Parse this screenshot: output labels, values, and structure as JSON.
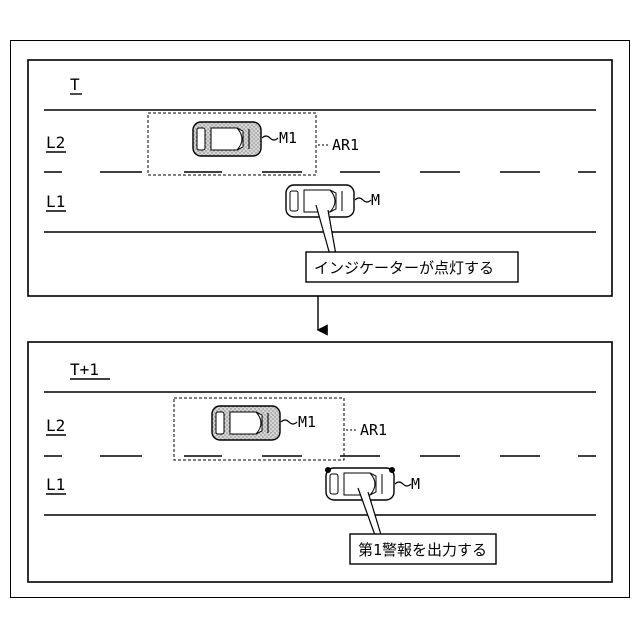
{
  "panels": [
    {
      "time_label": "T",
      "lane_top_label": "L2",
      "lane_bottom_label": "L1",
      "other_vehicle_label": "M1",
      "area_label": "AR1",
      "own_vehicle_label": "M",
      "callout_text": "インジケーターが点灯する"
    },
    {
      "time_label": "T+1",
      "lane_top_label": "L2",
      "lane_bottom_label": "L1",
      "other_vehicle_label": "M1",
      "area_label": "AR1",
      "own_vehicle_label": "M",
      "callout_text": "第1警報を出力する"
    }
  ],
  "icons": {
    "car": "car-top-view-icon",
    "arrow": "down-arrow-icon",
    "indicator": "indicator-lamp-icon"
  },
  "colors": {
    "line": "#000000",
    "background": "#ffffff",
    "car_shading": "#c8c8c8"
  }
}
